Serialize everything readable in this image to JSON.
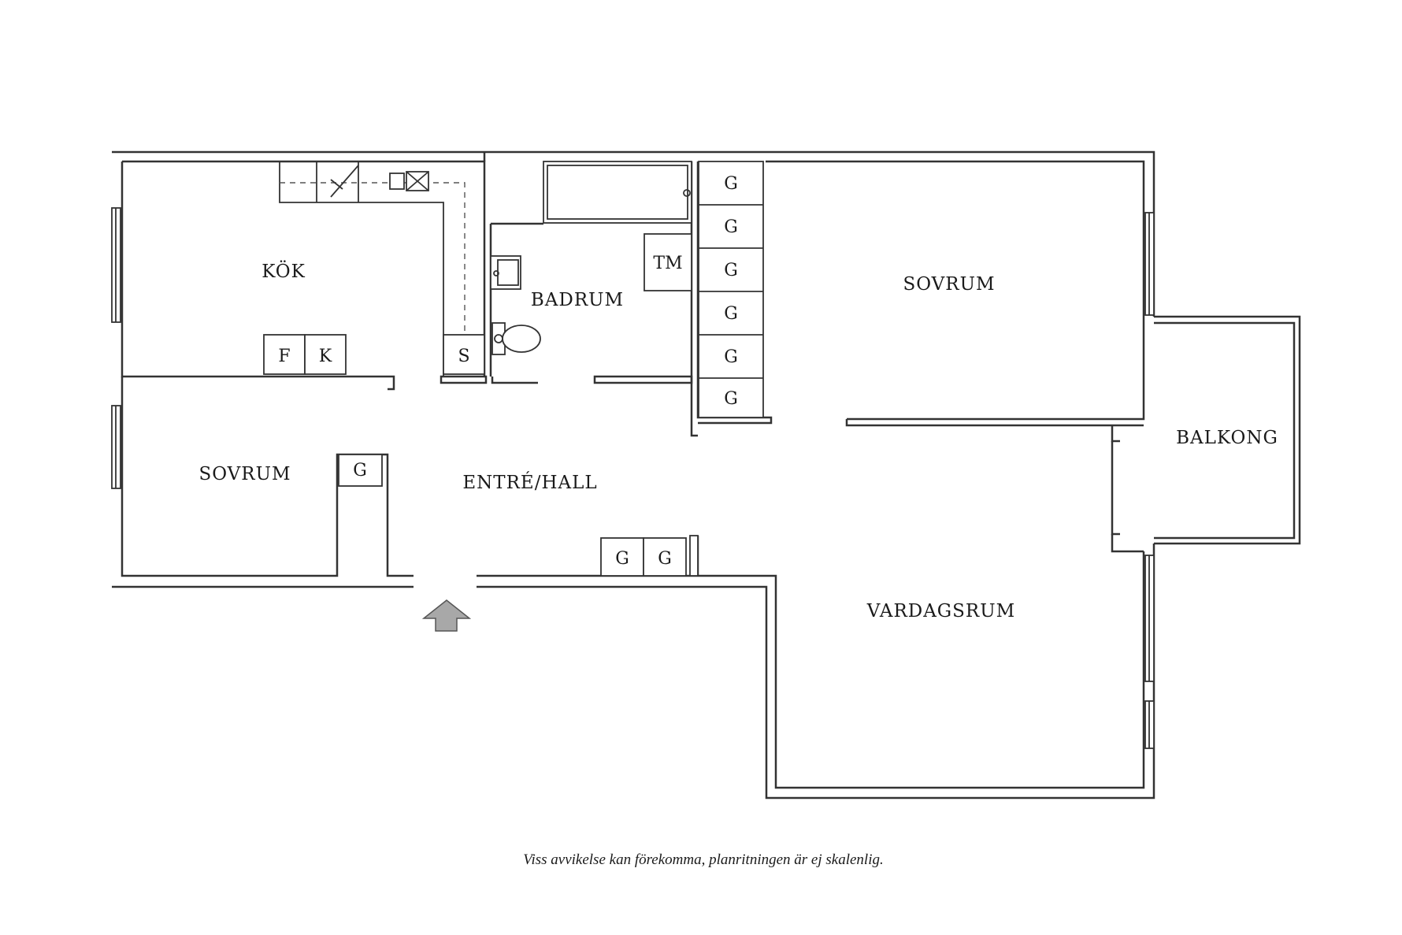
{
  "rooms": {
    "kitchen": "KÖK",
    "bathroom": "BADRUM",
    "bedroom_1": "SOVRUM",
    "bedroom_2": "SOVRUM",
    "hall": "ENTRÉ/HALL",
    "living_room": "VARDAGSRUM",
    "balcony": "BALKONG"
  },
  "fixtures": {
    "fridge": "F",
    "freezer": "K",
    "pantry": "S",
    "washer": "TM",
    "wardrobe": "G"
  },
  "caption": "Viss avvikelse kan förekomma, planritningen är ej skalenlig."
}
